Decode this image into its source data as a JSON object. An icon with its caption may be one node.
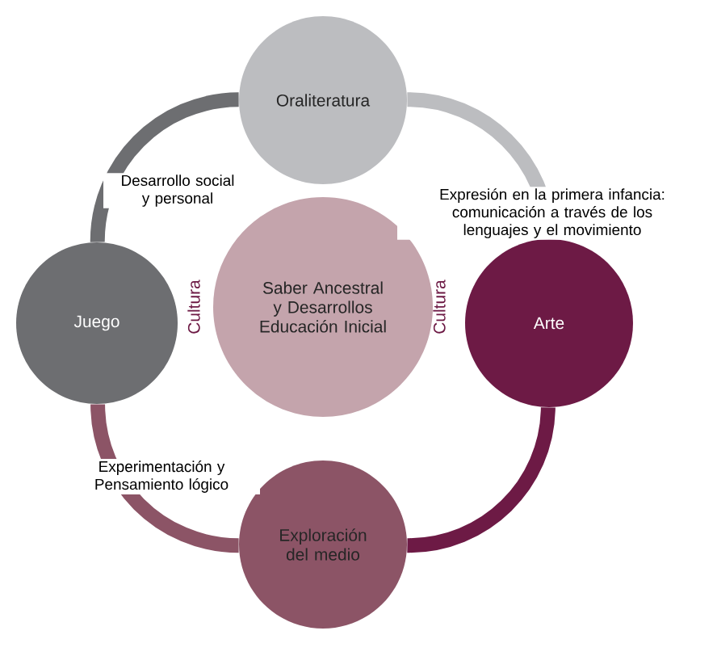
{
  "diagram": {
    "nodes": [
      {
        "text": [
          "Oraliteratura"
        ]
      },
      {
        "text": [
          "Juego"
        ]
      },
      {
        "text": [
          "Saber Ancestral y Desarrollos Educación Inicial"
        ]
      },
      {
        "text": [
          "Arte"
        ]
      },
      {
        "text": [
          "Exploración del medio"
        ]
      }
    ],
    "edges": [
      {
        "from": 1,
        "to": 0,
        "arrow": "none",
        "color": "#6d6e71",
        "label": "Desarrollo social y personal"
      },
      {
        "from": 0,
        "to": 3,
        "arrow": "none",
        "color": "#bcbdc0",
        "label": "Expresión en la primera infancia: comunicación a través de los lenguajes y el movimiento"
      },
      {
        "from": 3,
        "to": 4,
        "arrow": "none",
        "color": "#6d1a45"
      },
      {
        "from": 4,
        "to": 1,
        "arrow": "none",
        "color": "#8c5466",
        "label": "Experimentación y Pensamiento lógico"
      }
    ],
    "labels": [
      "Cultura",
      "Cultura"
    ]
  }
}
